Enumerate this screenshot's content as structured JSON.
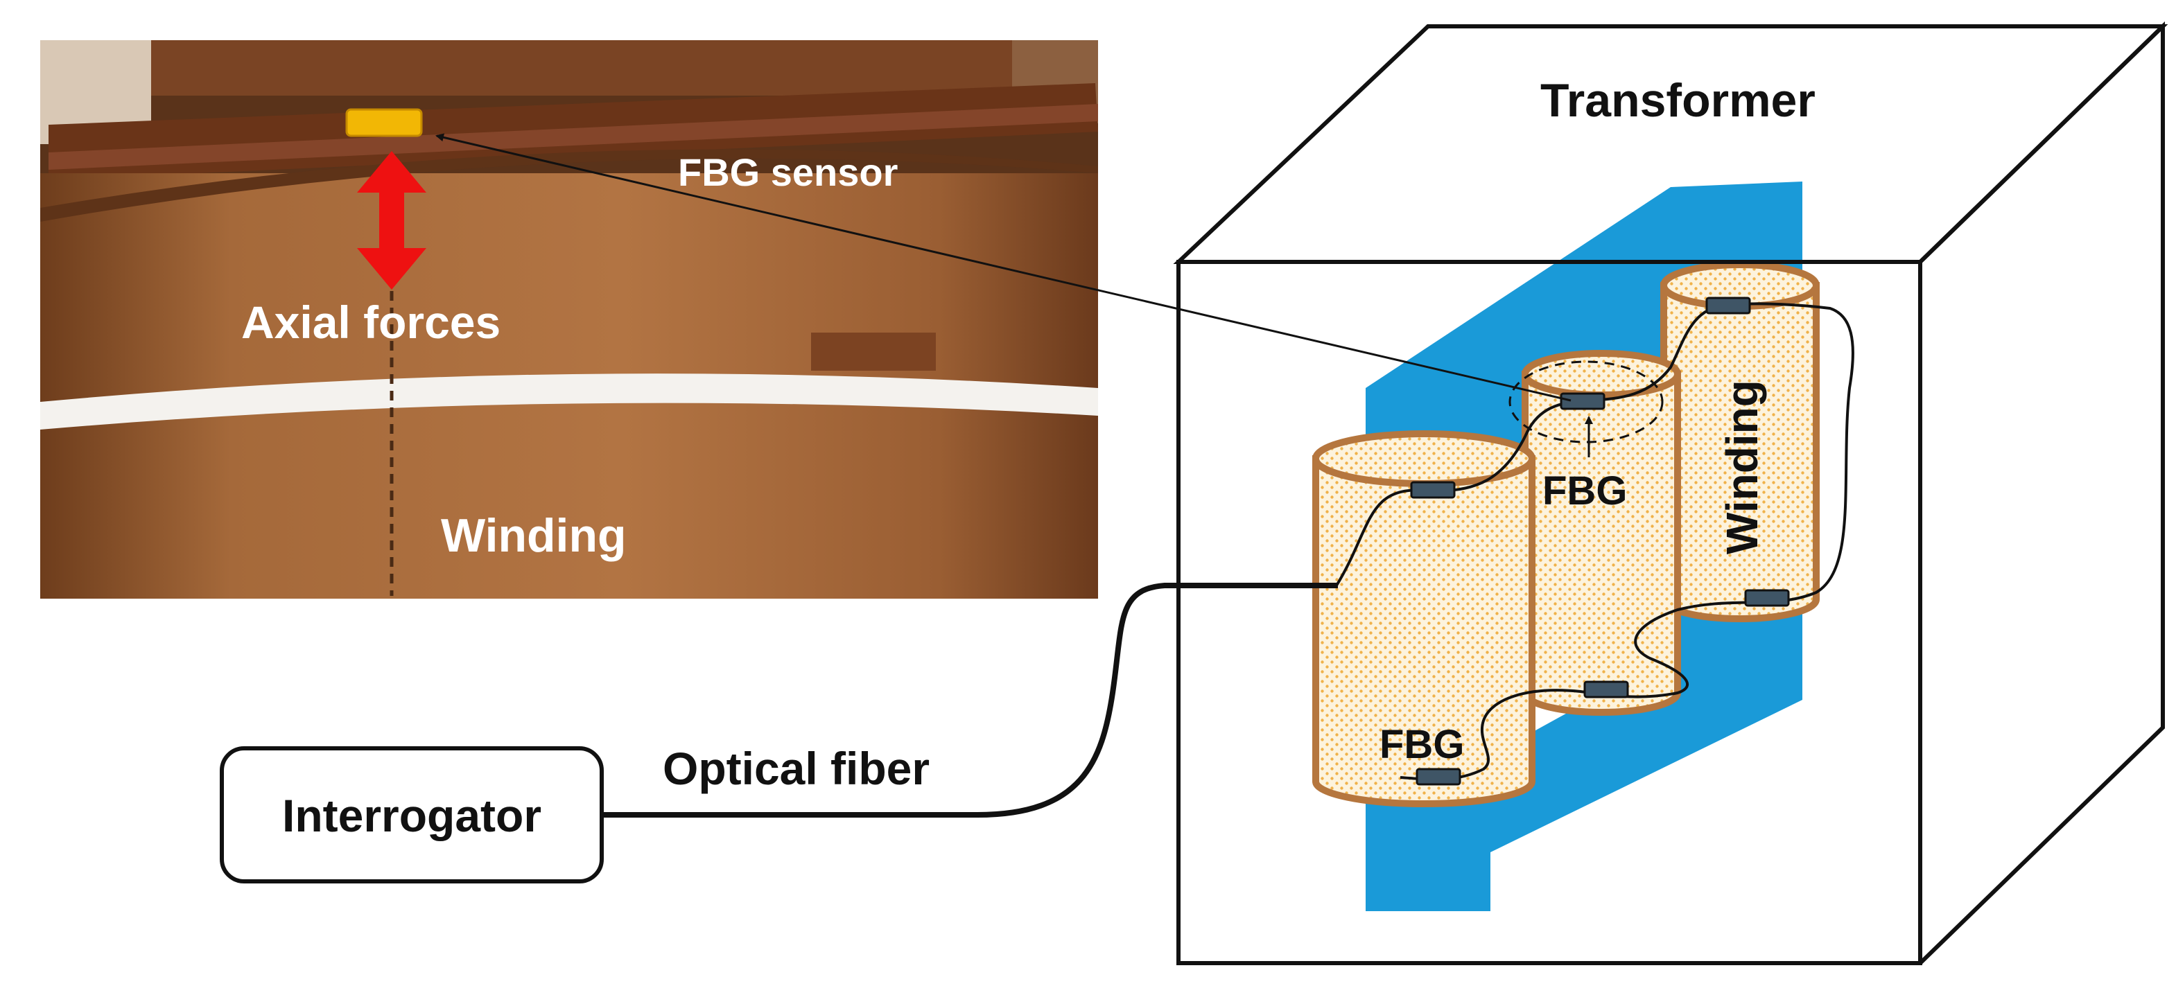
{
  "photo": {
    "sensor_label": "FBG sensor",
    "axial_label": "Axial forces",
    "winding_label": "Winding"
  },
  "schematic": {
    "transformer_label": "Transformer",
    "winding_label": "Winding",
    "fbg_top_label": "FBG",
    "fbg_bottom_label": "FBG"
  },
  "interrogator_label": "Interrogator",
  "fiber_label": "Optical fiber",
  "colors": {
    "core_blue": "#1a9ad8",
    "coil_outline": "#b5763e",
    "coil_fill": "#fdf3dd",
    "coil_dots": "#f0b24a",
    "sensor_yellow": "#f2b705",
    "arrow_red": "#ee1111",
    "photo_brown": "#a5693a"
  }
}
